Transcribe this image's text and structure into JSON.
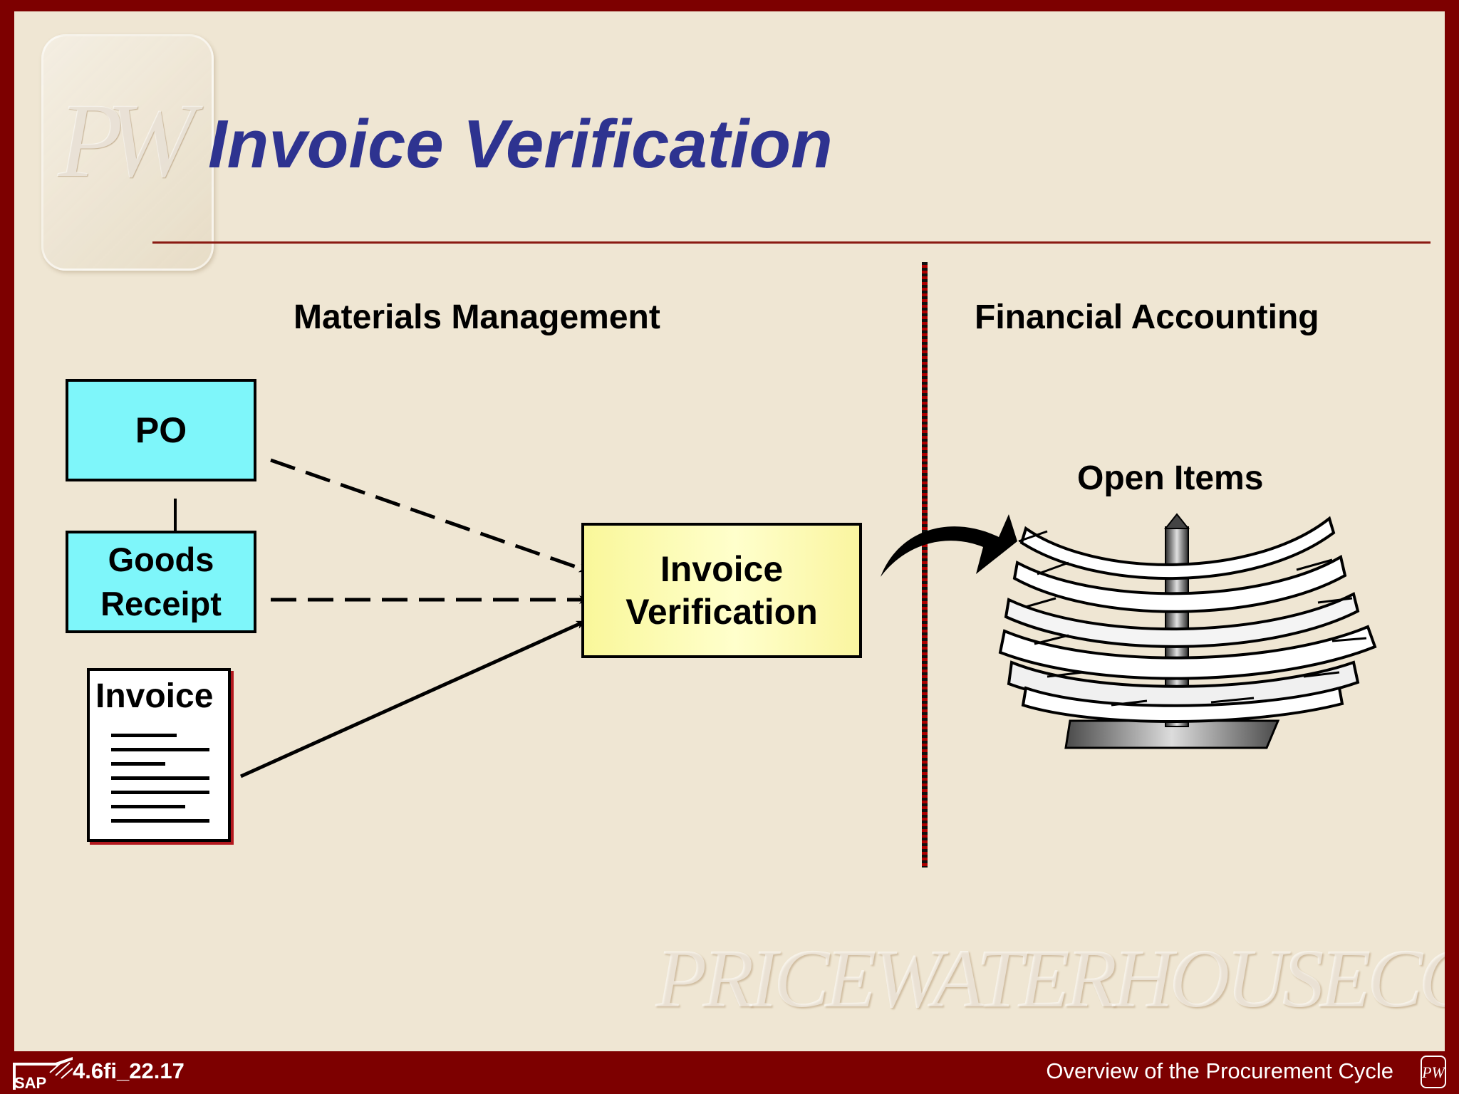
{
  "slide": {
    "title": "Invoice Verification",
    "logo_monogram": "PW",
    "watermark": "PRICEWATERHOUSECOOPERS"
  },
  "sections": {
    "left_heading": "Materials Management",
    "right_heading": "Financial Accounting"
  },
  "diagram": {
    "po_label": "PO",
    "goods_receipt_line1": "Goods",
    "goods_receipt_line2": "Receipt",
    "invoice_doc_label": "Invoice",
    "verification_line1": "Invoice",
    "verification_line2": "Verification",
    "open_items_label": "Open Items"
  },
  "footer": {
    "sap_label": "SAP",
    "course_code": "4.6fi_22.17",
    "course_title": "Overview of the Procurement Cycle"
  },
  "colors": {
    "frame": "#7d0000",
    "background": "#efe6d3",
    "title": "#2e3390",
    "cyan_box": "#7ef6fa",
    "yellow_box": "#f9f79a"
  }
}
